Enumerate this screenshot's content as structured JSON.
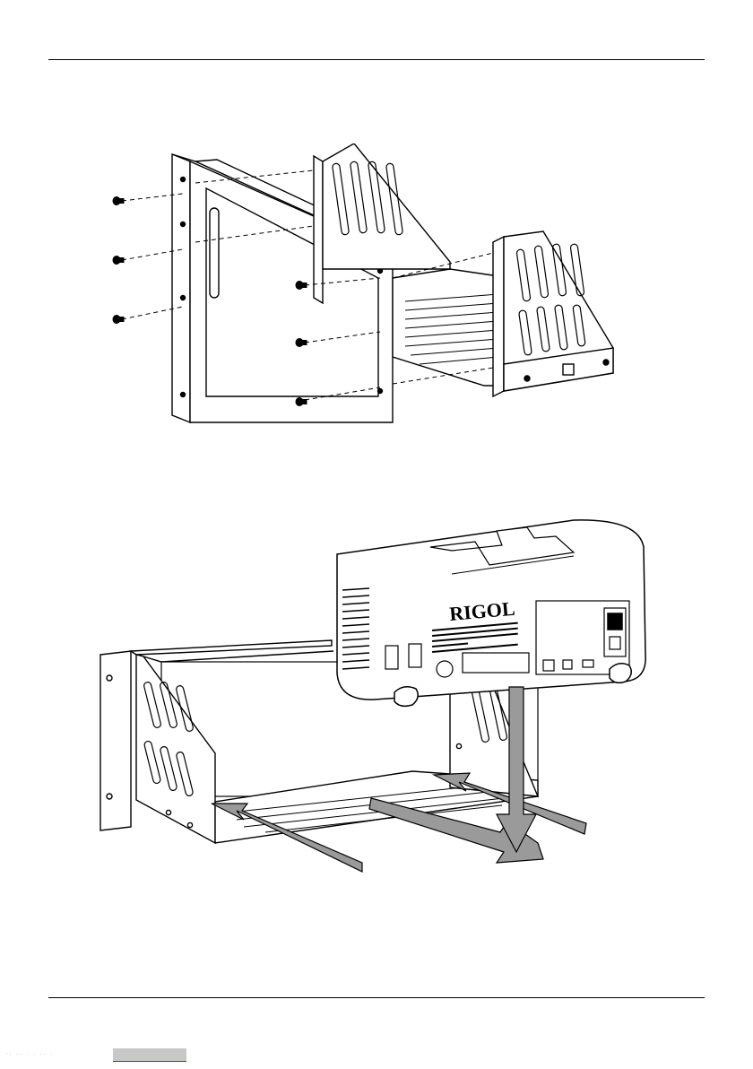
{
  "brand": {
    "logo": "RIGOL"
  },
  "figures": [
    {
      "name": "rack-mount-exploded-view",
      "icons": [
        "screw-icon",
        "rack-panel-icon",
        "bracket-icon"
      ]
    },
    {
      "name": "instrument-placement-view",
      "icons": [
        "oscilloscope-icon",
        "arrow-icon",
        "tray-icon"
      ]
    }
  ],
  "footer": {
    "link_text": ""
  },
  "colors": {
    "line": "#000000",
    "arrow_fill": "#9a9a9a",
    "footer_link_bg": "#c8c8c8"
  }
}
